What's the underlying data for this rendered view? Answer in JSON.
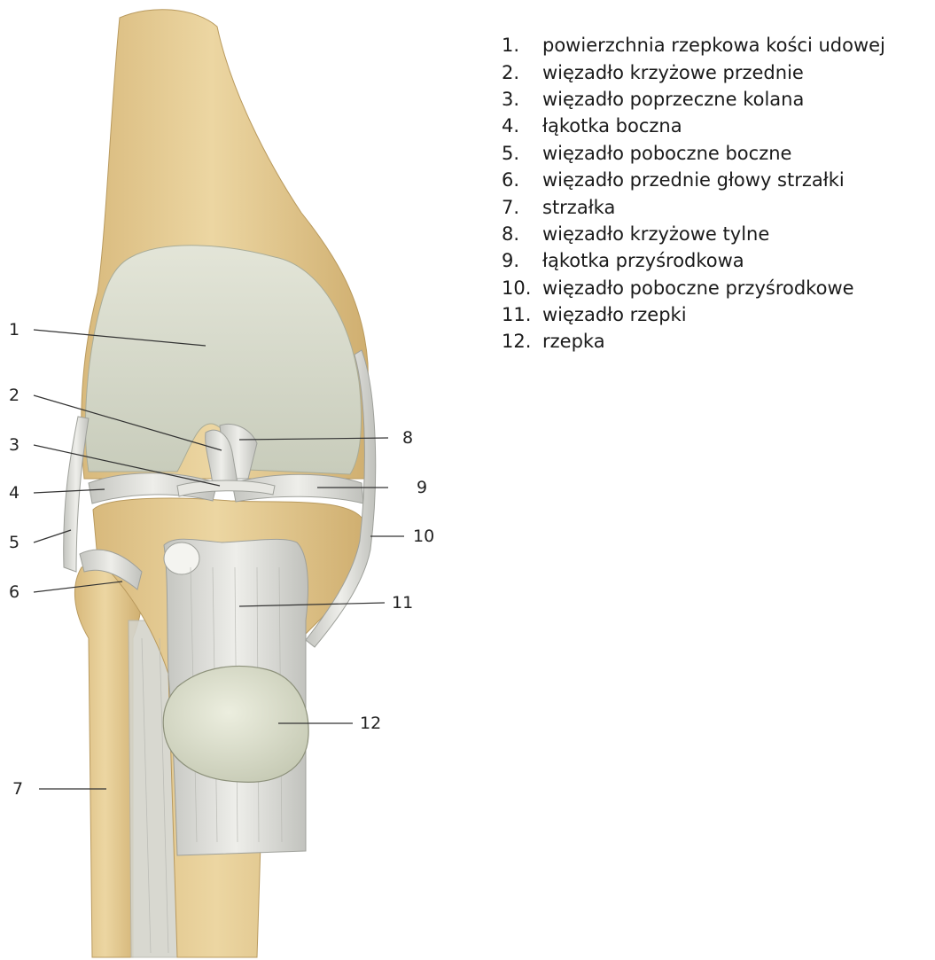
{
  "legend": [
    {
      "num": "1.",
      "label": "powierzchnia rzepkowa kości udowej"
    },
    {
      "num": "2.",
      "label": "więzadło krzyżowe przednie"
    },
    {
      "num": "3.",
      "label": "więzadło poprzeczne kolana"
    },
    {
      "num": "4.",
      "label": "łąkotka boczna"
    },
    {
      "num": "5.",
      "label": "więzadło poboczne boczne"
    },
    {
      "num": "6.",
      "label": "więzadło przednie głowy strzałki"
    },
    {
      "num": "7.",
      "label": "strzałka"
    },
    {
      "num": "8.",
      "label": "więzadło krzyżowe tylne"
    },
    {
      "num": "9.",
      "label": "łąkotka przyśrodkowa"
    },
    {
      "num": "10.",
      "label": "więzadło poboczne przyśrodkowe"
    },
    {
      "num": "11.",
      "label": "więzadło rzepki"
    },
    {
      "num": "12.",
      "label": "rzepka"
    }
  ],
  "callouts": [
    "1",
    "2",
    "3",
    "4",
    "5",
    "6",
    "7",
    "8",
    "9",
    "10",
    "11",
    "12"
  ],
  "colors": {
    "bone": "#e6cf9a",
    "bone_shadow": "#c9a86a",
    "cartilage": "#d9dccd",
    "ligament": "#dcdcd8",
    "ligament_shadow": "#b9bab5",
    "leader": "#333333"
  }
}
